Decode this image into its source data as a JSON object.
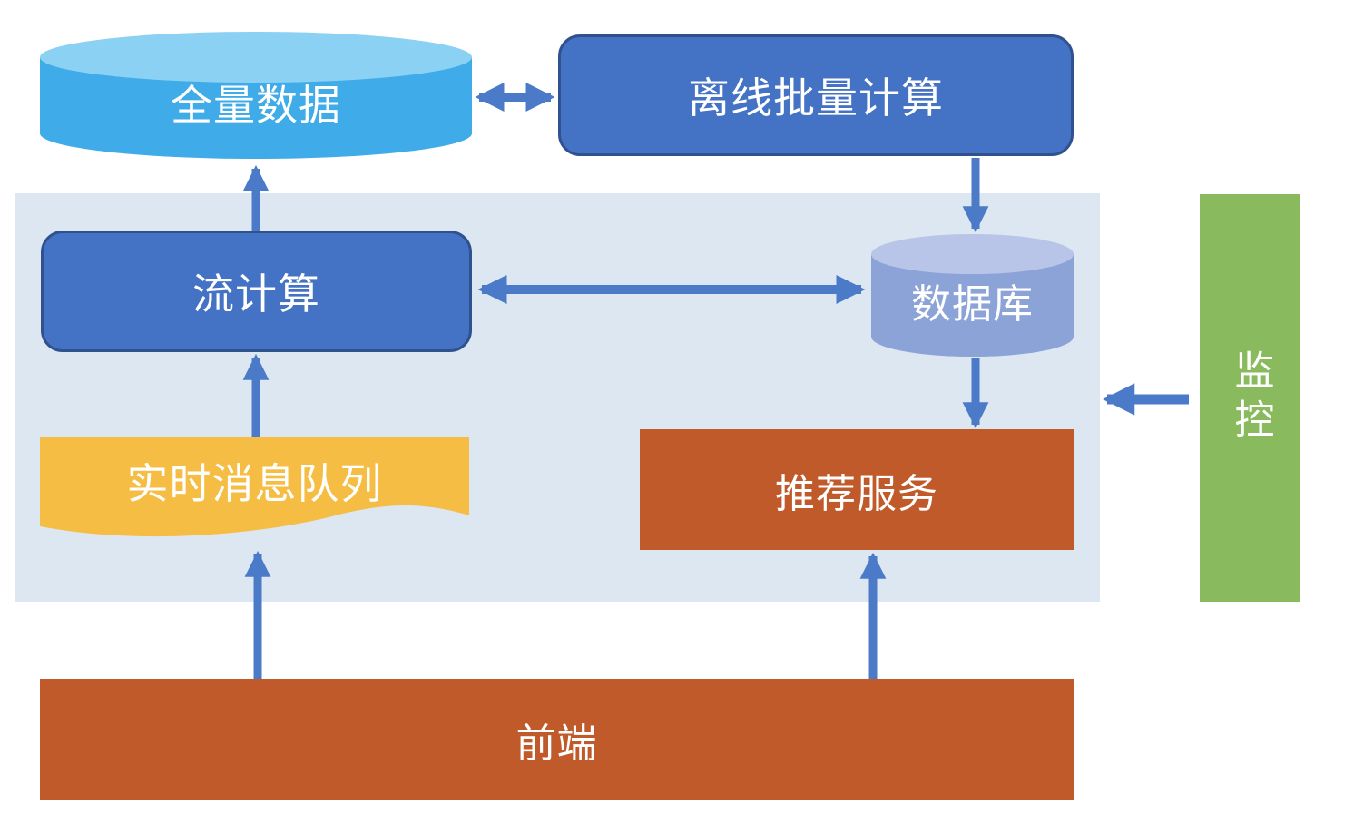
{
  "diagram": {
    "kind": "architecture-flow-diagram",
    "zone": {
      "fill": "#dde7f2",
      "note": "pale blue background region grouping stream/database/services"
    },
    "nodes": {
      "full_data": {
        "label": "全量数据",
        "shape": "cylinder",
        "fill": "#3fabe8",
        "fill_top": "#8ad1f3",
        "text_color": "#ffffff"
      },
      "offline_batch": {
        "label": "离线批量计算",
        "shape": "rounded-rectangle",
        "fill": "#4472c4",
        "border": "#2f528f",
        "text_color": "#ffffff"
      },
      "stream_compute": {
        "label": "流计算",
        "shape": "rounded-rectangle",
        "fill": "#4472c4",
        "border": "#2f528f",
        "text_color": "#ffffff"
      },
      "database": {
        "label": "数据库",
        "shape": "cylinder",
        "fill": "#8ca3d7",
        "fill_top": "#b9c5e8",
        "text_color": "#ffffff"
      },
      "realtime_mq": {
        "label": "实时消息队列",
        "shape": "wave-tape",
        "fill": "#f6bd45",
        "text_color": "#ffffff"
      },
      "rec_service": {
        "label": "推荐服务",
        "shape": "rectangle",
        "fill": "#c05a2b",
        "text_color": "#ffffff"
      },
      "frontend": {
        "label": "前端",
        "shape": "rectangle",
        "fill": "#c05a2b",
        "text_color": "#ffffff"
      },
      "monitor": {
        "label": "监控",
        "shape": "rectangle",
        "fill": "#8aba5e",
        "text_color": "#ffffff",
        "text_orientation": "vertical"
      }
    },
    "edges": [
      {
        "from": "full_data",
        "to": "offline_batch",
        "bidirectional": true
      },
      {
        "from": "offline_batch",
        "to": "database",
        "bidirectional": false
      },
      {
        "from": "stream_compute",
        "to": "database",
        "bidirectional": true
      },
      {
        "from": "database",
        "to": "rec_service",
        "bidirectional": false
      },
      {
        "from": "stream_compute",
        "to": "full_data",
        "bidirectional": false
      },
      {
        "from": "realtime_mq",
        "to": "stream_compute",
        "bidirectional": false
      },
      {
        "from": "frontend",
        "to": "realtime_mq",
        "bidirectional": false
      },
      {
        "from": "frontend",
        "to": "rec_service",
        "bidirectional": false
      },
      {
        "from": "monitor",
        "to": "zone",
        "bidirectional": false
      }
    ],
    "arrow_color": "#4b7ac8"
  }
}
